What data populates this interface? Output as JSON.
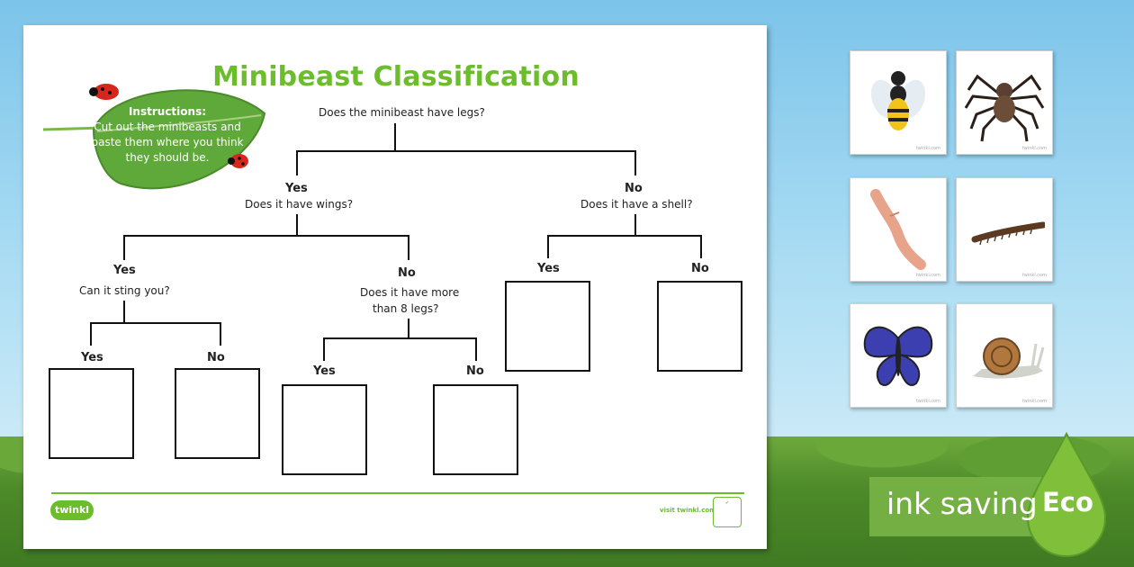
{
  "title": "Minibeast Classification",
  "instructions": {
    "heading": "Instructions:",
    "body": "Cut out the minibeasts and paste them where you think they should be."
  },
  "tree": {
    "root_question": "Does the minibeast have legs?",
    "legs_yes": {
      "answer": "Yes",
      "question": "Does it have wings?"
    },
    "legs_no": {
      "answer": "No",
      "question": "Does it have a shell?"
    },
    "wings_yes": {
      "answer": "Yes",
      "question": "Can it sting you?"
    },
    "wings_no": {
      "answer": "No",
      "question_line1": "Does it have more",
      "question_line2": "than 8 legs?"
    },
    "sting_yes": "Yes",
    "sting_no": "No",
    "eight_yes": "Yes",
    "eight_no": "No",
    "shell_yes": "Yes",
    "shell_no": "No"
  },
  "footer": {
    "logo": "twinkl",
    "visit": "visit twinkl.com"
  },
  "cards": [
    {
      "name": "wasp",
      "icon": "wasp-icon",
      "watermark": "twinkl.com"
    },
    {
      "name": "spider",
      "icon": "spider-icon",
      "watermark": "twinkl.com"
    },
    {
      "name": "worm",
      "icon": "worm-icon",
      "watermark": "twinkl.com"
    },
    {
      "name": "centipede",
      "icon": "centipede-icon",
      "watermark": "twinkl.com"
    },
    {
      "name": "butterfly",
      "icon": "butterfly-icon",
      "watermark": "twinkl.com"
    },
    {
      "name": "snail",
      "icon": "snail-icon",
      "watermark": "twinkl.com"
    }
  ],
  "eco": {
    "label": "ink saving",
    "badge": "Eco"
  },
  "colors": {
    "accent_green": "#6cbd2c",
    "leaf_green": "#5fa83a"
  }
}
